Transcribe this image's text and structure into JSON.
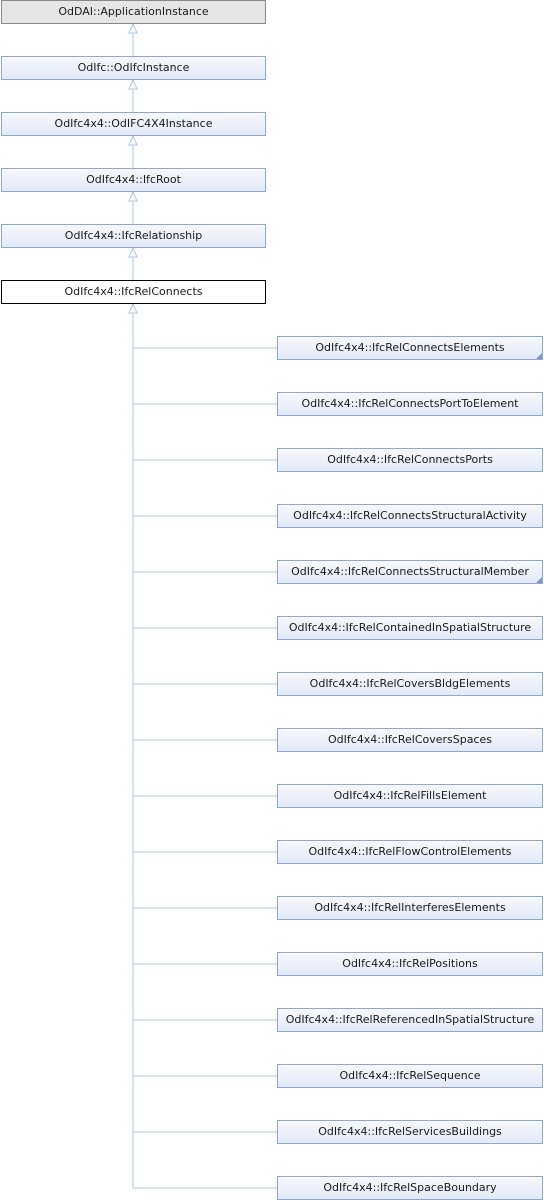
{
  "colors": {
    "edge": "#a7c9dc",
    "node_border": "#8fa8cf"
  },
  "ancestors": [
    {
      "label": "OdDAI::ApplicationInstance",
      "kind": "root"
    },
    {
      "label": "OdIfc::OdIfcInstance",
      "kind": "ancestor"
    },
    {
      "label": "OdIfc4x4::OdIFC4X4Instance",
      "kind": "ancestor"
    },
    {
      "label": "OdIfc4x4::IfcRoot",
      "kind": "ancestor"
    },
    {
      "label": "OdIfc4x4::IfcRelationship",
      "kind": "ancestor"
    }
  ],
  "current": {
    "label": "OdIfc4x4::IfcRelConnects"
  },
  "children": [
    {
      "label": "OdIfc4x4::IfcRelConnectsElements",
      "has_more": true
    },
    {
      "label": "OdIfc4x4::IfcRelConnectsPortToElement",
      "has_more": false
    },
    {
      "label": "OdIfc4x4::IfcRelConnectsPorts",
      "has_more": false
    },
    {
      "label": "OdIfc4x4::IfcRelConnectsStructuralActivity",
      "has_more": false
    },
    {
      "label": "OdIfc4x4::IfcRelConnectsStructuralMember",
      "has_more": true
    },
    {
      "label": "OdIfc4x4::IfcRelContainedInSpatialStructure",
      "has_more": false
    },
    {
      "label": "OdIfc4x4::IfcRelCoversBldgElements",
      "has_more": false
    },
    {
      "label": "OdIfc4x4::IfcRelCoversSpaces",
      "has_more": false
    },
    {
      "label": "OdIfc4x4::IfcRelFillsElement",
      "has_more": false
    },
    {
      "label": "OdIfc4x4::IfcRelFlowControlElements",
      "has_more": false
    },
    {
      "label": "OdIfc4x4::IfcRelInterferesElements",
      "has_more": false
    },
    {
      "label": "OdIfc4x4::IfcRelPositions",
      "has_more": false
    },
    {
      "label": "OdIfc4x4::IfcRelReferencedInSpatialStructure",
      "has_more": false
    },
    {
      "label": "OdIfc4x4::IfcRelSequence",
      "has_more": false
    },
    {
      "label": "OdIfc4x4::IfcRelServicesBuildings",
      "has_more": false
    },
    {
      "label": "OdIfc4x4::IfcRelSpaceBoundary",
      "has_more": false
    }
  ]
}
